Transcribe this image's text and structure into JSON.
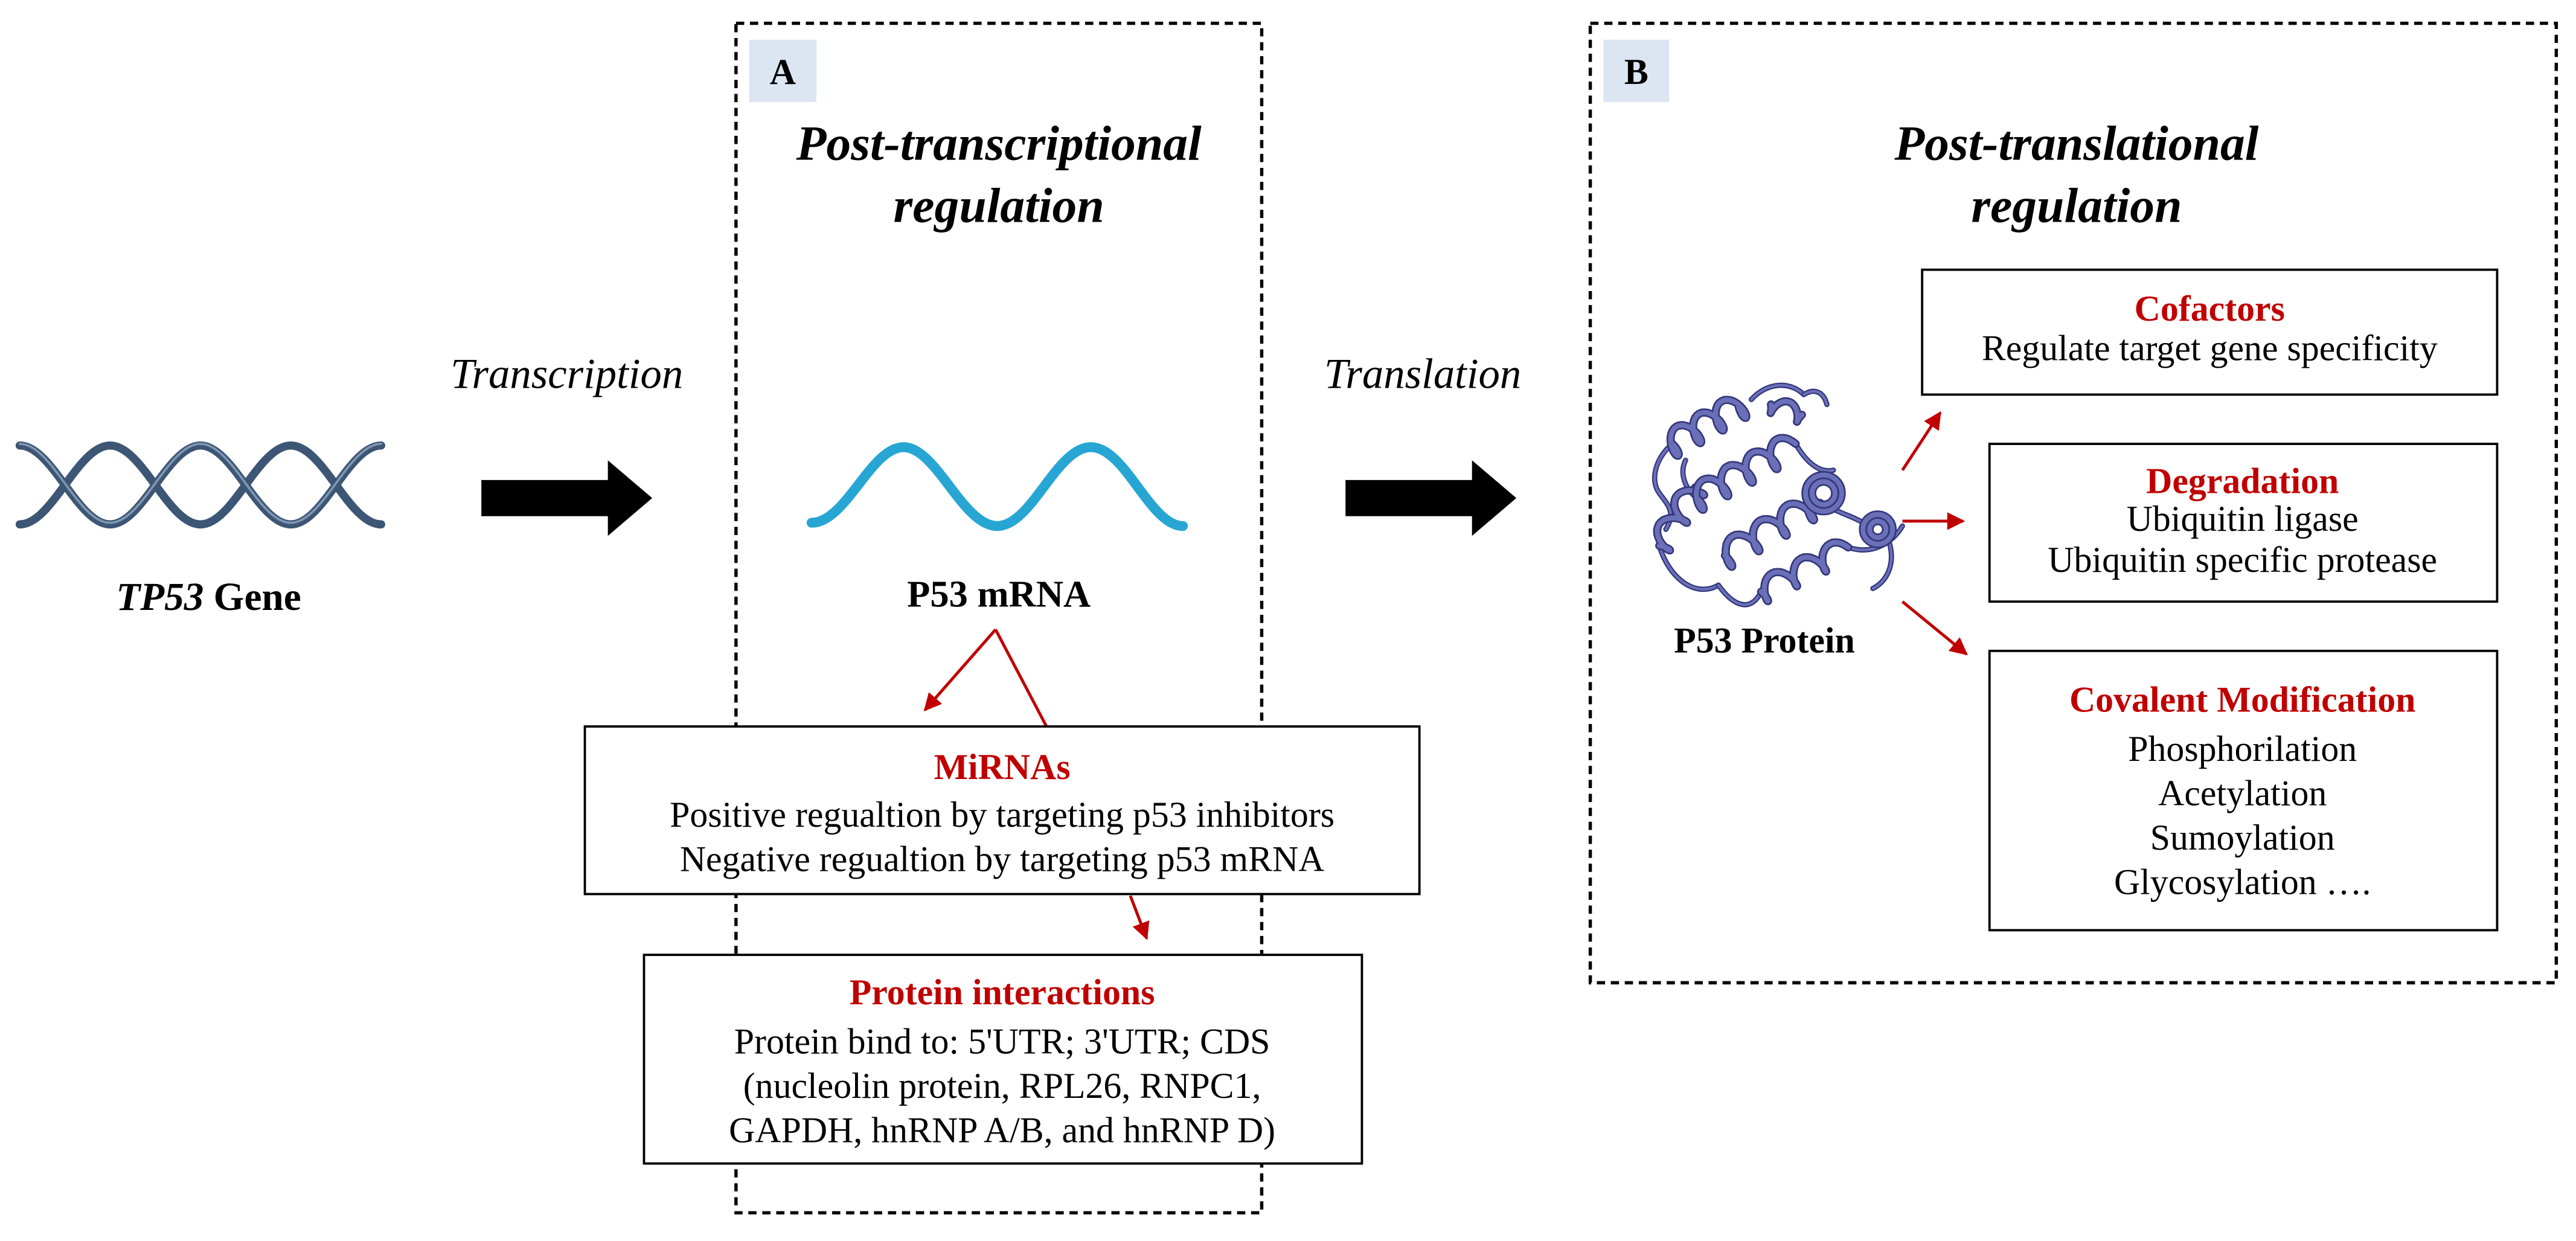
{
  "gene": {
    "name_italic": "TP53",
    "name_suffix": "Gene"
  },
  "steps": {
    "transcription": "Transcription",
    "translation": "Translation"
  },
  "panel_a": {
    "label": "A",
    "title_line1": "Post-transcriptional",
    "title_line2": "regulation",
    "mrna_label": "P53 mRNA",
    "mirnas": {
      "title": "MiRNAs",
      "lines": [
        "Positive regualtion by targeting p53 inhibitors",
        "Negative regualtion by targeting p53 mRNA"
      ]
    },
    "protein_interactions": {
      "title": "Protein interactions",
      "lines": [
        "Protein bind to: 5'UTR; 3'UTR; CDS",
        "(nucleolin protein, RPL26, RNPC1,",
        "GAPDH, hnRNP A/B, and hnRNP D)"
      ]
    }
  },
  "panel_b": {
    "label": "B",
    "title_line1": "Post-translational",
    "title_line2": "regulation",
    "protein_label": "P53 Protein",
    "cofactors": {
      "title": "Cofactors",
      "lines": [
        "Regulate target gene specificity"
      ]
    },
    "degradation": {
      "title": "Degradation",
      "lines": [
        "Ubiquitin ligase",
        "Ubiquitin specific protease"
      ]
    },
    "covalent_modification": {
      "title": "Covalent Modification",
      "lines": [
        "Phosphorilation",
        "Acetylation",
        "Sumoylation",
        "Glycosylation …."
      ]
    }
  },
  "icons": [
    "dna-helix-icon",
    "mrna-strand-icon",
    "protein-structure-icon",
    "block-arrow-icon"
  ],
  "colors": {
    "heading_red": "#c00000",
    "dna": "#3d5675",
    "mrna": "#27a6d3",
    "protein": "#6a6fb8",
    "label_box": "#dce6f2"
  }
}
